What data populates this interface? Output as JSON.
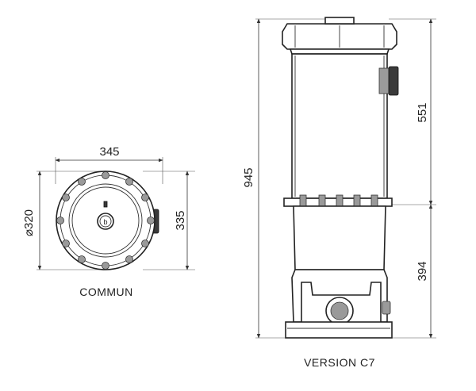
{
  "top_view": {
    "width_label": "345",
    "diameter_label": "⌀320",
    "height_label": "335",
    "caption": "COMMUN"
  },
  "side_view": {
    "total_label": "945",
    "upper_label": "551",
    "lower_label": "394",
    "caption": "VERSION C7"
  }
}
